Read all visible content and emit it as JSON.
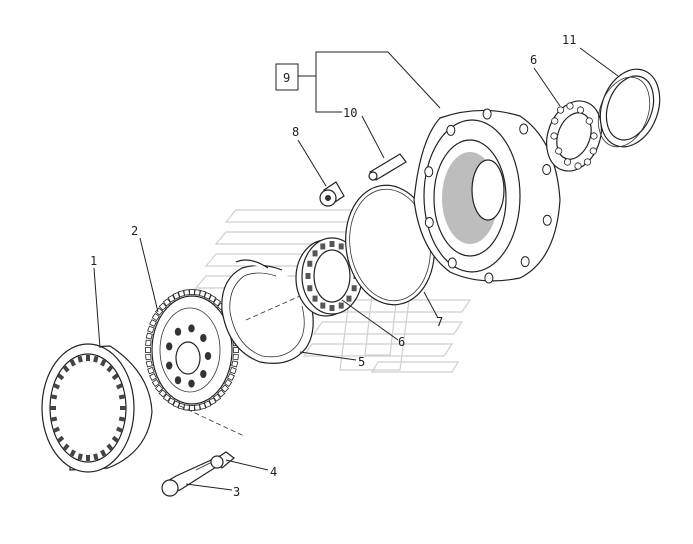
{
  "labels": {
    "l1": "1",
    "l2": "2",
    "l3": "3",
    "l4": "4",
    "l5": "5",
    "l6a": "6",
    "l6b": "6",
    "l7": "7",
    "l8": "8",
    "l9": "9",
    "l10": "10",
    "l11": "11"
  },
  "colors": {
    "line": "#222222",
    "watermark": "#cfcfcf",
    "shade": "#bdbdbd"
  },
  "icons": {
    "watermark": "dealer-logo-watermark"
  }
}
